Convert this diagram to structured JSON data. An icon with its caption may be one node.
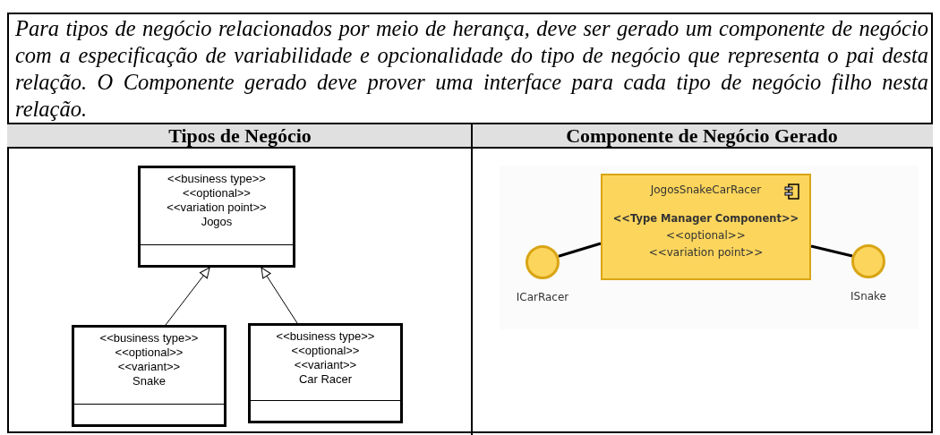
{
  "diagram": {
    "nodes": [
      {
        "text": [
          "<<business type>>",
          "<<optional>>",
          "<<variation point>>",
          "Jogos"
        ]
      },
      {
        "text": [
          "<<business type>>",
          "<<optional>>",
          "<<variant>>",
          "Snake"
        ]
      },
      {
        "text": [
          "<<business type>>",
          "<<optional>>",
          "<<variant>>",
          "Car Racer"
        ]
      },
      {
        "text": [
          "JogosSnakeCarRacer",
          "<<Type Manager Component>>",
          "<<optional>>",
          "<<variation point>>"
        ]
      },
      {
        "text": [
          "ICarRacer"
        ]
      },
      {
        "text": [
          "ISnake"
        ]
      }
    ],
    "edges": [
      {
        "from": 1,
        "to": 0,
        "arrow": "to"
      },
      {
        "from": 2,
        "to": 0,
        "arrow": "to"
      },
      {
        "from": 4,
        "to": 3,
        "arrow": "none",
        "style": "thick"
      },
      {
        "from": 3,
        "to": 5,
        "arrow": "none",
        "style": "thick"
      }
    ],
    "labels": [
      "Para tipos de negócio relacionados por meio de herança, deve ser gerado um componente de negócio com a especificação de variabilidade e opcionalidade do tipo de negócio que representa o pai desta relação. O Componente gerado deve prover uma interface para cada tipo de negócio filho nesta relação.",
      "Tipos de Negócio",
      "Componente de Negócio Gerado"
    ]
  }
}
